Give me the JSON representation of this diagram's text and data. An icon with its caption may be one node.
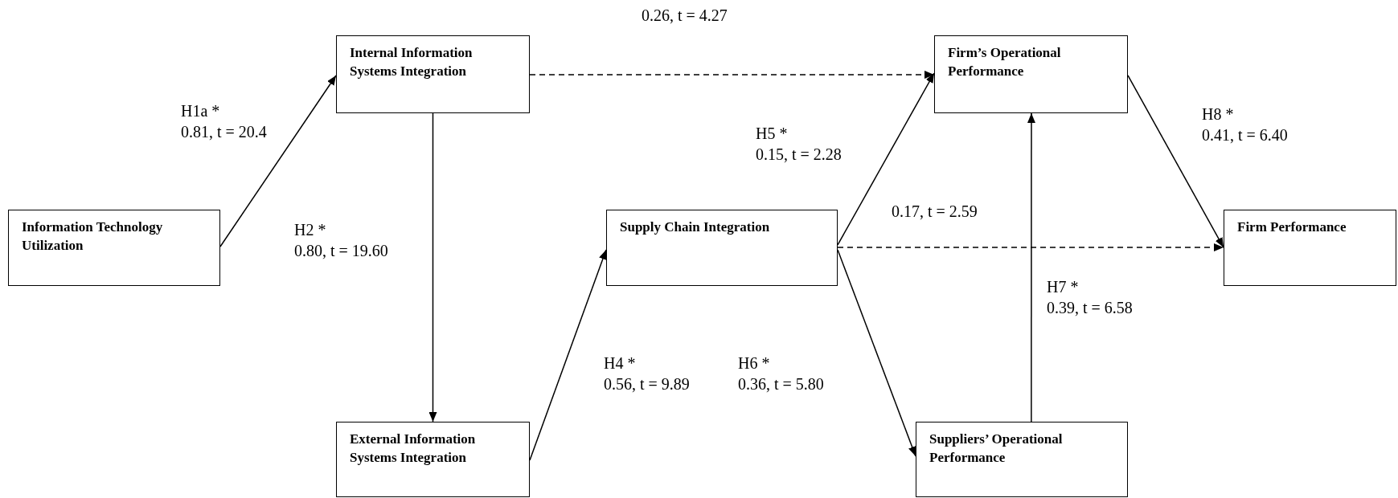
{
  "diagram": {
    "nodes": [
      {
        "text": [
          "Internal Information Systems Integration"
        ]
      },
      {
        "text": [
          "Firm’s Operational Performance"
        ]
      },
      {
        "text": [
          "Information Technology Utilization"
        ]
      },
      {
        "text": [
          "Supply Chain Integration"
        ]
      },
      {
        "text": [
          "Firm Performance"
        ]
      },
      {
        "text": [
          "External Information Systems Integration"
        ]
      },
      {
        "text": [
          "Suppliers’ Operational Performance"
        ]
      }
    ],
    "edges": [
      {
        "from": 2,
        "to": 0,
        "arrow": "to",
        "label": "H1a * 0.81, t = 20.4"
      },
      {
        "from": 0,
        "to": 1,
        "arrow": "to",
        "style": "dashed",
        "label": "0.26, t = 4.27"
      },
      {
        "from": 0,
        "to": 5,
        "arrow": "to",
        "label": "H2 * 0.80, t = 19.60"
      },
      {
        "from": 5,
        "to": 3,
        "arrow": "to",
        "label": "H4 * 0.56, t = 9.89"
      },
      {
        "from": 3,
        "to": 1,
        "arrow": "to",
        "label": "H5 * 0.15, t = 2.28"
      },
      {
        "from": 3,
        "to": 4,
        "arrow": "to",
        "style": "dashed",
        "label": "0.17, t = 2.59"
      },
      {
        "from": 3,
        "to": 6,
        "arrow": "to",
        "label": "H6 * 0.36, t = 5.80"
      },
      {
        "from": 6,
        "to": 1,
        "arrow": "to",
        "label": "H7 * 0.39, t = 6.58"
      },
      {
        "from": 1,
        "to": 4,
        "arrow": "to",
        "label": "H8 * 0.41, t = 6.40"
      }
    ]
  }
}
